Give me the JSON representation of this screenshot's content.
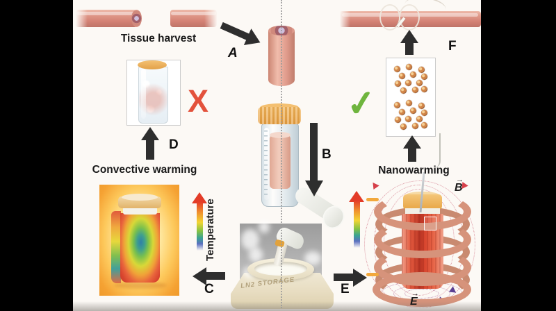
{
  "figure": {
    "labels": {
      "tissue_harvest": "Tissue harvest",
      "convective_warming": "Convective warming",
      "nanowarming": "Nanowarming",
      "temperature": "Temperature",
      "ln2_storage": "LN2 STORAGE"
    },
    "step_labels": {
      "a": "A",
      "b": "B",
      "c": "C",
      "d": "D",
      "e": "E",
      "f": "F"
    },
    "field_labels": {
      "magnetic": "B",
      "electric": "E",
      "vector_arrow": "→"
    },
    "marks": {
      "fail": "X",
      "success": "✓"
    },
    "colors": {
      "letterbox": "#000000",
      "background": "#fcf9f5",
      "vessel_pink": "#dd9484",
      "cap_orange": "#eeab50",
      "arrow_black": "#2e2e2e",
      "fail_red": "#e3523c",
      "success_green": "#6fb53e",
      "copper_coil": "#d6937b",
      "field_line_pink": "#dc96a2",
      "dewar_cream": "#e9dfc7",
      "temperature_scale": [
        "#e33c28",
        "#f0922e",
        "#f2d534",
        "#84c244",
        "#3aa393",
        "#5b6fc0"
      ]
    }
  }
}
